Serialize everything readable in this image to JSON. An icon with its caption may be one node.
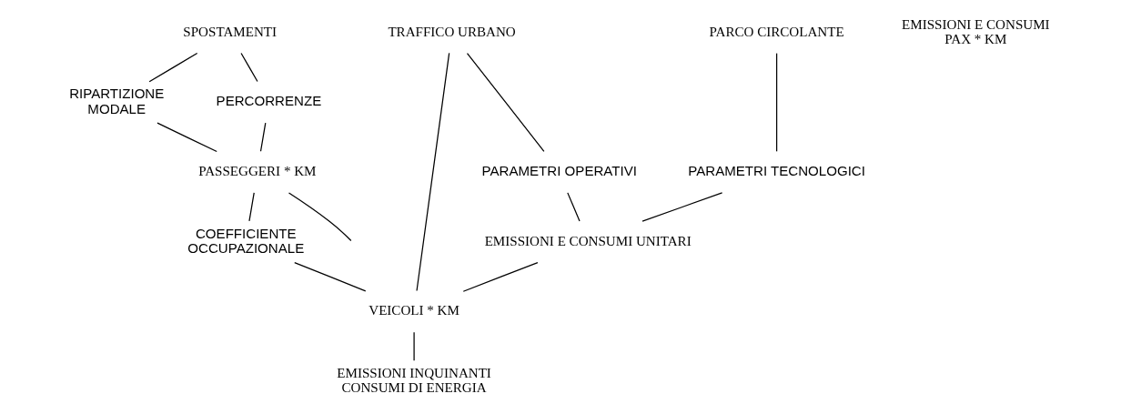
{
  "diagram": {
    "nodes": [
      {
        "text": [
          "SPOSTAMENTI"
        ]
      },
      {
        "text": [
          "RIPARTIZIONE MODALE"
        ]
      },
      {
        "text": [
          "PERCORRENZE"
        ]
      },
      {
        "text": [
          "PASSEGGERI * KM"
        ]
      },
      {
        "text": [
          "COEFFICIENTE OCCUPAZIONALE"
        ]
      },
      {
        "text": [
          "VEICOLI * KM"
        ]
      },
      {
        "text": [
          "EMISSIONI INQUINANTI CONSUMI DI ENERGIA"
        ]
      },
      {
        "text": [
          "PARCO CIRCOLANTE"
        ]
      },
      {
        "text": [
          "TRAFFICO URBANO"
        ]
      },
      {
        "text": [
          "PARAMETRI TECNOLOGICI"
        ]
      },
      {
        "text": [
          "PARAMETRI OPERATIVI"
        ]
      },
      {
        "text": [
          "EMISSIONI E CONSUMI UNITARI"
        ]
      },
      {
        "text": [
          "EMISSIONI E CONSUMI PAX * KM"
        ]
      }
    ],
    "edges": [
      {
        "from": 0,
        "to": 1,
        "arrow": "none"
      },
      {
        "from": 0,
        "to": 2,
        "arrow": "none"
      },
      {
        "from": 1,
        "to": 3,
        "arrow": "none"
      },
      {
        "from": 2,
        "to": 3,
        "arrow": "none"
      },
      {
        "from": 3,
        "to": 4,
        "arrow": "none"
      },
      {
        "from": 4,
        "to": 5,
        "arrow": "none"
      },
      {
        "from": 5,
        "to": 6,
        "arrow": "none"
      },
      {
        "from": 7,
        "to": 9,
        "arrow": "none"
      },
      {
        "from": 8,
        "to": 10,
        "arrow": "none"
      },
      {
        "from": 9,
        "to": 11,
        "arrow": "none"
      },
      {
        "from": 10,
        "to": 11,
        "arrow": "none"
      },
      {
        "from": 11,
        "to": 5,
        "arrow": "none"
      },
      {
        "from": 8,
        "to": 5,
        "arrow": "none"
      },
      {
        "from": 3,
        "to": null,
        "arrow": "none"
      }
    ]
  }
}
